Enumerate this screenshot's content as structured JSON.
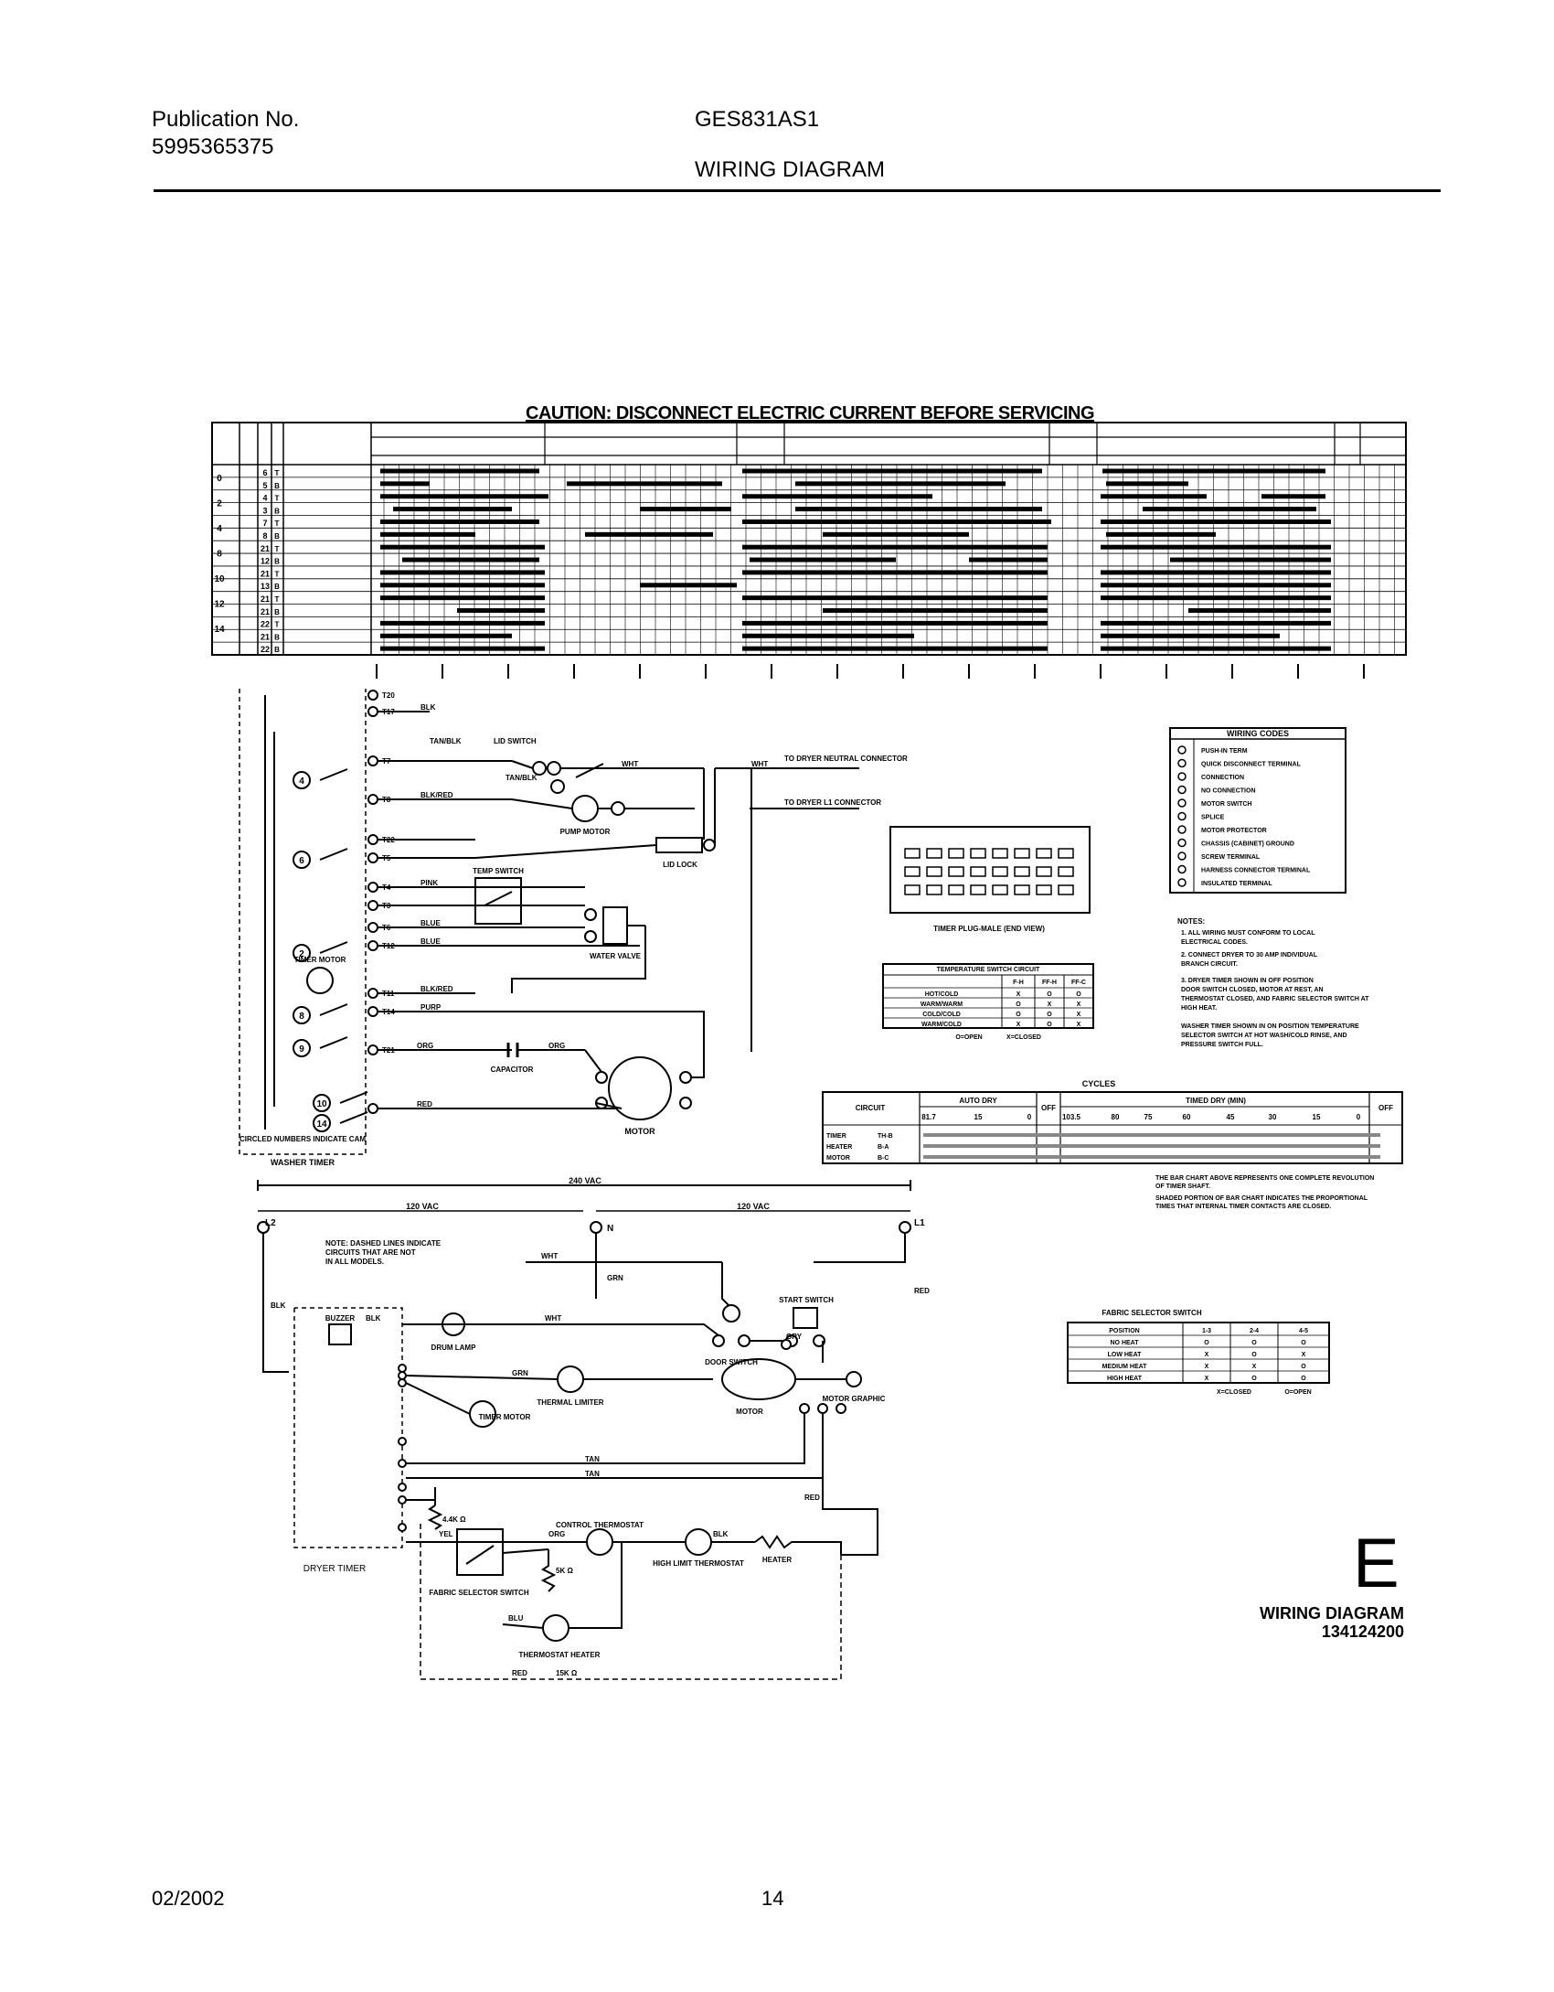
{
  "header": {
    "publication_label": "Publication No.",
    "publication_number": "5995365375",
    "model": "GES831AS1",
    "title": "WIRING DIAGRAM"
  },
  "diagram": {
    "caution": "CAUTION: DISCONNECT ELECTRIC CURRENT BEFORE SERVICING",
    "timer_chart": {
      "row_labels_left": [
        "0",
        "2",
        "4",
        "8",
        "10",
        "12",
        "14"
      ],
      "contact_numbers": [
        "6",
        "5",
        "4",
        "3",
        "7",
        "8",
        "21",
        "12",
        "21",
        "13",
        "21",
        "21",
        "22",
        "21",
        "22"
      ],
      "contact_letters": [
        "T",
        "B",
        "T",
        "B",
        "T",
        "B",
        "T",
        "B",
        "T",
        "B",
        "T",
        "B",
        "T",
        "B",
        "B"
      ]
    },
    "washer_labels": {
      "terminals": [
        "T20",
        "T17",
        "T7",
        "T8",
        "T22",
        "T5",
        "T4",
        "T3",
        "T6",
        "T12",
        "T11",
        "T14",
        "T21"
      ],
      "wires": [
        "BLK",
        "TAN/BLK",
        "LID SWITCH",
        "TAN/BLK",
        "WHT",
        "WHT",
        "BLK/RED",
        "PINK",
        "BLUE",
        "BLUE",
        "BLK/RED",
        "PURP",
        "ORG",
        "ORG",
        "RED"
      ],
      "components": [
        "PUMP MOTOR",
        "LID LOCK",
        "WATER VALVE",
        "CAPACITOR",
        "MOTOR",
        "TIMER MOTOR",
        "TEMP SWITCH"
      ],
      "connectors": [
        "TO DRYER NEUTRAL CONNECTOR",
        "TO DRYER L1 CONNECTOR"
      ],
      "circled_numbers": [
        "4",
        "6",
        "2",
        "8",
        "9",
        "10",
        "14"
      ],
      "cam_note": "CIRCLED NUMBERS INDICATE CAM",
      "timer_label": "WASHER TIMER"
    },
    "dryer_labels": {
      "line_labels": [
        "L2",
        "N",
        "L1",
        "240 VAC",
        "120 VAC",
        "120 VAC"
      ],
      "wires": [
        "BLK",
        "WHT",
        "WHT",
        "GRN",
        "RED",
        "BLK",
        "GRY",
        "GRN",
        "TAN",
        "TAN",
        "ORG",
        "BLK",
        "RED",
        "YEL",
        "BLU",
        "RED"
      ],
      "components": [
        "BUZZER",
        "DRUM LAMP",
        "DOOR SWITCH",
        "START SWITCH",
        "THERMAL LIMITER",
        "TIMER MOTOR",
        "MOTOR",
        "MOTOR GRAPHIC",
        "CONTROL THERMOSTAT",
        "HIGH LIMIT THERMOSTAT",
        "HEATER",
        "FABRIC SELECTOR SWITCH",
        "THERMOSTAT HEATER"
      ],
      "resistors": [
        "4.4K Ω",
        "5K Ω",
        "15K Ω"
      ],
      "note": "NOTE: DASHED LINES INDICATE CIRCUITS THAT ARE NOT IN ALL MODELS.",
      "timer_label": "DRYER TIMER"
    },
    "wiring_codes": {
      "title": "WIRING CODES",
      "items": [
        "PUSH-IN TERM",
        "QUICK DISCONNECT TERMINAL",
        "CONNECTION",
        "NO CONNECTION",
        "MOTOR SWITCH",
        "SPLICE",
        "MOTOR PROTECTOR",
        "CHASSIS (CABINET) GROUND",
        "SCREW TERMINAL",
        "HARNESS CONNECTOR TERMINAL",
        "INSULATED TERMINAL"
      ]
    },
    "notes": {
      "title": "NOTES:",
      "items": [
        "1. ALL WIRING MUST CONFORM TO LOCAL ELECTRICAL CODES.",
        "2. CONNECT DRYER TO 30 AMP INDIVIDUAL BRANCH CIRCUIT.",
        "3. DRYER TIMER SHOWN IN OFF POSITION DOOR SWITCH CLOSED, MOTOR AT REST, AN THERMOSTAT CLOSED, AND FABRIC SELECTOR SWITCH AT HIGH HEAT.",
        "WASHER TIMER SHOWN IN ON POSITION TEMPERATURE SELECTOR SWITCH AT HOT WASH/COLD RINSE, AND PRESSURE SWITCH FULL."
      ]
    },
    "temp_table": {
      "title": "TEMPERATURE SWITCH CIRCUIT",
      "headers": [
        "",
        "F-H",
        "FF-H",
        "FF-C"
      ],
      "rows": [
        [
          "HOT/COLD",
          "X",
          "O",
          "O"
        ],
        [
          "WARM/WARM",
          "O",
          "X",
          "X"
        ],
        [
          "COLD/COLD",
          "O",
          "O",
          "X"
        ],
        [
          "WARM/COLD",
          "X",
          "O",
          "X"
        ]
      ],
      "legend": [
        "O=OPEN",
        "X=CLOSED"
      ]
    },
    "cycles_table": {
      "title": "CYCLES",
      "headers": [
        "CIRCUIT",
        "AUTO DRY",
        "OFF",
        "TIMED DRY (MIN)",
        "OFF"
      ],
      "scale": [
        "81.7",
        "15",
        "0",
        "103.5",
        "80",
        "75",
        "60",
        "45",
        "30",
        "15",
        "0"
      ],
      "rows": [
        [
          "TIMER",
          "TH-B"
        ],
        [
          "HEATER",
          "B-A"
        ],
        [
          "MOTOR",
          "B-C"
        ]
      ],
      "notes": [
        "THE BAR CHART ABOVE REPRESENTS ONE COMPLETE REVOLUTION OF TIMER SHAFT.",
        "SHADED PORTION OF BAR CHART INDICATES THE PROPORTIONAL TIMES THAT INTERNAL TIMER CONTACTS ARE CLOSED."
      ]
    },
    "fabric_table": {
      "title": "FABRIC SELECTOR SWITCH",
      "headers": [
        "POSITION",
        "1-3",
        "2-4",
        "4-5"
      ],
      "rows": [
        [
          "NO HEAT",
          "O",
          "O",
          "O"
        ],
        [
          "LOW HEAT",
          "X",
          "O",
          "X"
        ],
        [
          "MEDIUM HEAT",
          "X",
          "X",
          "O"
        ],
        [
          "HIGH HEAT",
          "X",
          "O",
          "O"
        ]
      ],
      "legend": [
        "X=CLOSED",
        "O=OPEN"
      ]
    },
    "plug_label": "TIMER PLUG-MALE (END VIEW)",
    "section_letter": "E",
    "diagram_label": "WIRING DIAGRAM",
    "diagram_number": "134124200"
  },
  "footer": {
    "date": "02/2002",
    "page": "14"
  }
}
